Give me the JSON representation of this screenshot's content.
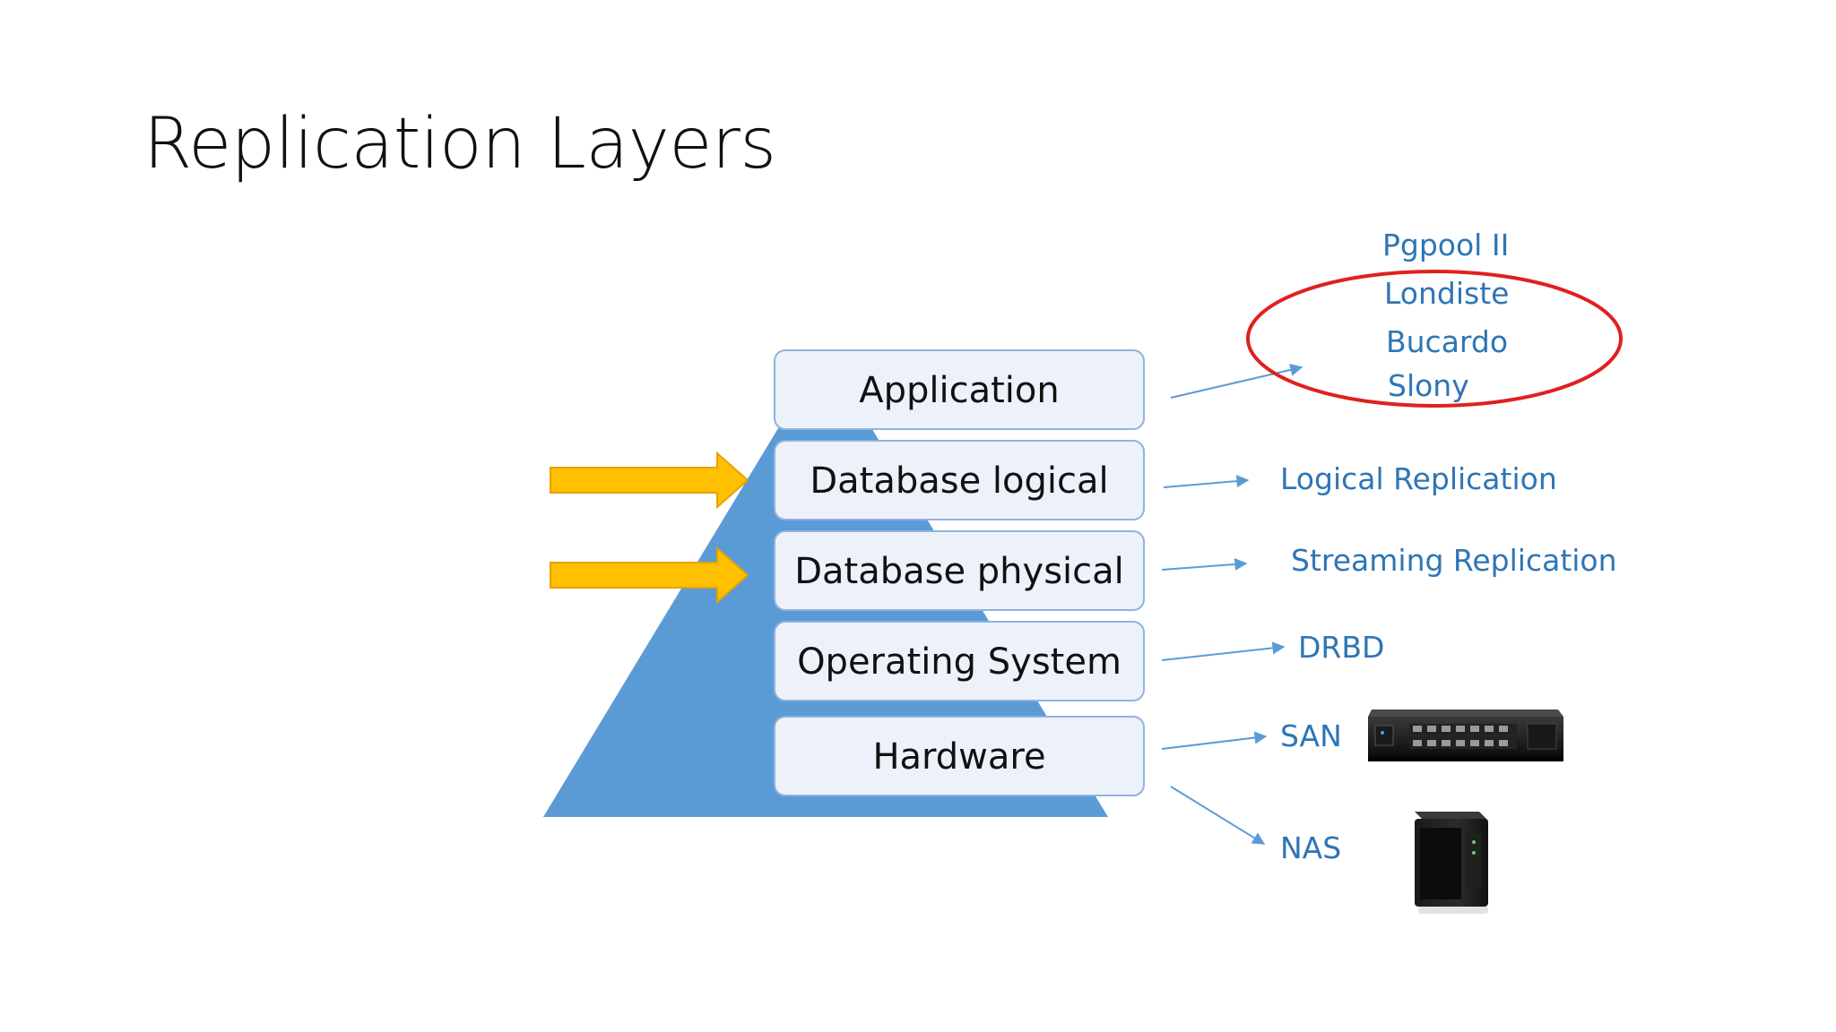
{
  "title": "Replication Layers",
  "colors": {
    "pyramid": "#5b9bd5",
    "box_fill": "#edf2fa",
    "box_stroke": "#8fb3dd",
    "link_text": "#2e75b6",
    "connector": "#5b9bd5",
    "highlight_arrow": "#ffc000",
    "highlight_arrow_stroke": "#e6a100",
    "circle": "#e02020"
  },
  "layers": [
    {
      "id": "application",
      "label": "Application"
    },
    {
      "id": "database-logical",
      "label": "Database logical"
    },
    {
      "id": "database-physical",
      "label": "Database physical"
    },
    {
      "id": "operating-system",
      "label": "Operating System"
    },
    {
      "id": "hardware",
      "label": "Hardware"
    }
  ],
  "highlighted_layers": [
    "database-logical",
    "database-physical"
  ],
  "application_tools": [
    "Pgpool II",
    "Londiste",
    "Bucardo",
    "Slony"
  ],
  "circled_tools": [
    "Londiste",
    "Bucardo",
    "Slony"
  ],
  "solutions": [
    {
      "id": "logical-replication",
      "label": "Logical Replication",
      "layer": "database-logical"
    },
    {
      "id": "streaming-replication",
      "label": "Streaming Replication",
      "layer": "database-physical"
    },
    {
      "id": "drbd",
      "label": "DRBD",
      "layer": "operating-system"
    },
    {
      "id": "san",
      "label": "SAN",
      "layer": "hardware",
      "icon": "rack-server-icon"
    },
    {
      "id": "nas",
      "label": "NAS",
      "layer": "hardware",
      "icon": "nas-device-icon"
    }
  ]
}
